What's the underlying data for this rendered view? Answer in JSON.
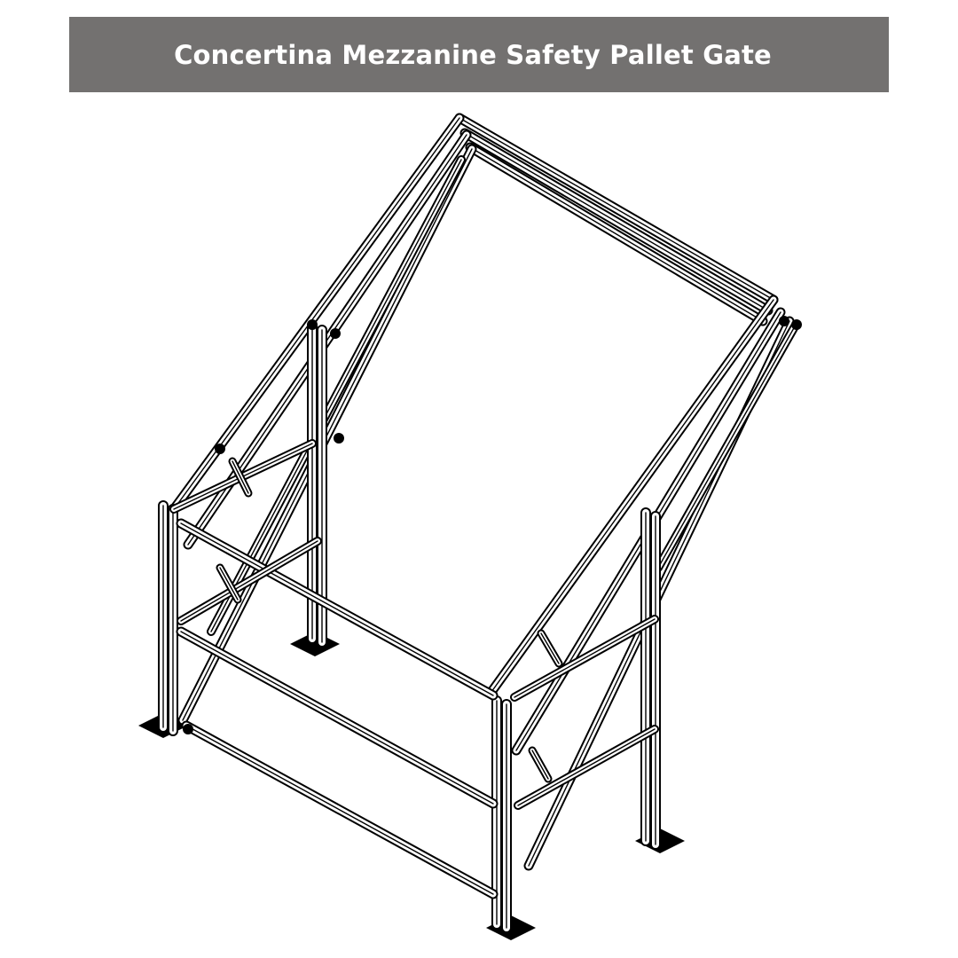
{
  "header": {
    "title": "Concertina Mezzanine Safety Pallet Gate",
    "background_color": "#737170",
    "text_color": "#ffffff"
  },
  "illustration": {
    "subject": "Concertina Mezzanine Safety Pallet Gate",
    "style": "black line drawing on white",
    "line_color": "#000000",
    "background_color": "#ffffff"
  }
}
